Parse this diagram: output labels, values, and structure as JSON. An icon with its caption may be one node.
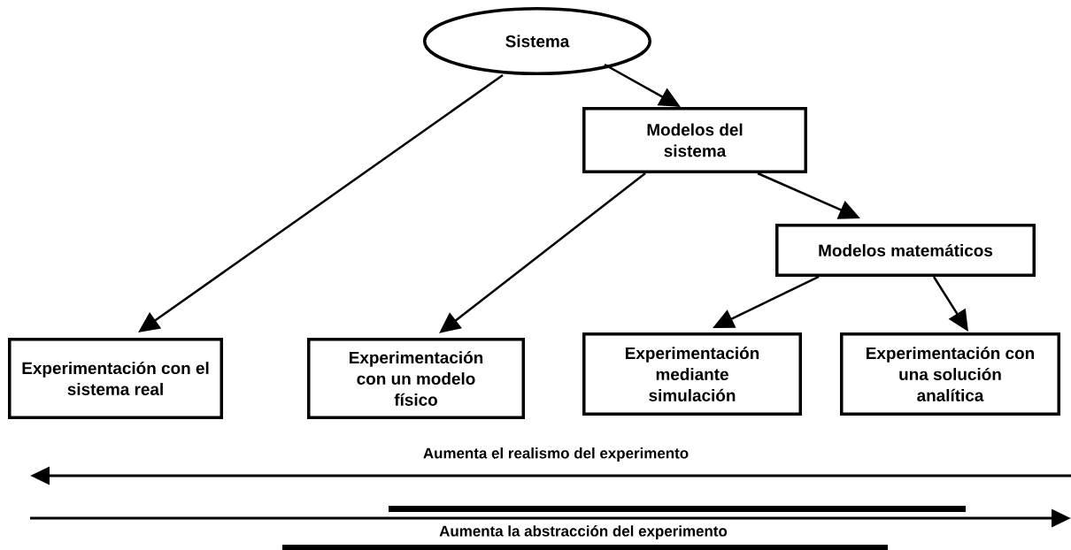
{
  "diagram": {
    "nodes": [
      {
        "text": [
          "Sistema"
        ]
      },
      {
        "text": [
          "Modelos del sistema"
        ]
      },
      {
        "text": [
          "Modelos matemáticos"
        ]
      },
      {
        "text": [
          "Experimentación con el sistema real"
        ]
      },
      {
        "text": [
          "Experimentación con un modelo físico"
        ]
      },
      {
        "text": [
          "Experimentación mediante simulación"
        ]
      },
      {
        "text": [
          "Experimentación con una solución analítica"
        ]
      }
    ],
    "edges": [
      {
        "from": 0,
        "to": 1,
        "arrow": "to"
      },
      {
        "from": 0,
        "to": 3,
        "arrow": "to"
      },
      {
        "from": 1,
        "to": 4,
        "arrow": "to"
      },
      {
        "from": 1,
        "to": 2,
        "arrow": "to"
      },
      {
        "from": 2,
        "to": 5,
        "arrow": "to"
      },
      {
        "from": 2,
        "to": 6,
        "arrow": "to"
      }
    ],
    "labels": [
      "Aumenta el realismo del experimento",
      "Aumenta la abstracción del experimento"
    ]
  }
}
